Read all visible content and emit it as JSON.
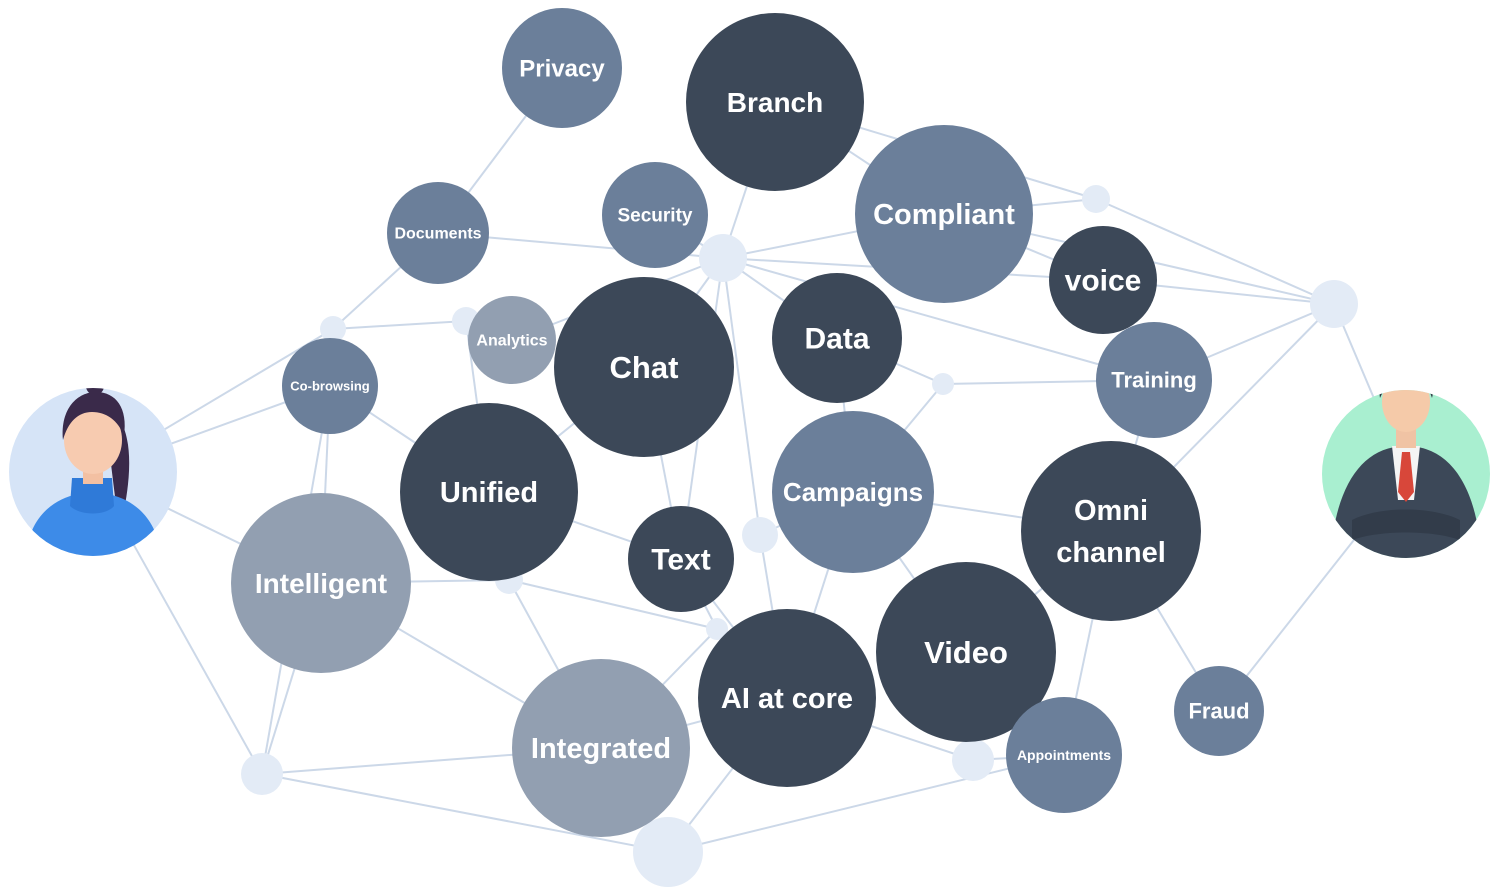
{
  "colors": {
    "dark": "#3c4858",
    "medium": "#6b7f9a",
    "light": "#929fb1",
    "connector": "#e3ebf6",
    "edge": "#ccd8e8",
    "woman_bg": "#d6e4f7",
    "man_bg": "#a9efd0"
  },
  "bubbles": [
    {
      "id": "privacy",
      "label": "Privacy",
      "tone": "medium"
    },
    {
      "id": "branch",
      "label": "Branch",
      "tone": "dark"
    },
    {
      "id": "documents",
      "label": "Documents",
      "tone": "medium"
    },
    {
      "id": "security",
      "label": "Security",
      "tone": "medium"
    },
    {
      "id": "compliant",
      "label": "Compliant",
      "tone": "medium"
    },
    {
      "id": "voice",
      "label": "voice",
      "tone": "dark"
    },
    {
      "id": "analytics",
      "label": "Analytics",
      "tone": "light"
    },
    {
      "id": "chat",
      "label": "Chat",
      "tone": "dark"
    },
    {
      "id": "data",
      "label": "Data",
      "tone": "dark"
    },
    {
      "id": "co-browsing",
      "label": "Co-browsing",
      "tone": "medium"
    },
    {
      "id": "training",
      "label": "Training",
      "tone": "medium"
    },
    {
      "id": "unified",
      "label": "Unified",
      "tone": "dark"
    },
    {
      "id": "campaigns",
      "label": "Campaigns",
      "tone": "medium"
    },
    {
      "id": "omni-channel",
      "label": "Omni\nchannel",
      "tone": "dark"
    },
    {
      "id": "intelligent",
      "label": "Intelligent",
      "tone": "light"
    },
    {
      "id": "text",
      "label": "Text",
      "tone": "dark"
    },
    {
      "id": "video",
      "label": "Video",
      "tone": "dark"
    },
    {
      "id": "ai-at-core",
      "label": "AI at core",
      "tone": "dark"
    },
    {
      "id": "integrated",
      "label": "Integrated",
      "tone": "light"
    },
    {
      "id": "fraud",
      "label": "Fraud",
      "tone": "medium"
    },
    {
      "id": "appointments",
      "label": "Appointments",
      "tone": "medium"
    }
  ],
  "people": [
    {
      "id": "customer",
      "icon": "woman-avatar-icon"
    },
    {
      "id": "agent",
      "icon": "businessman-avatar-icon"
    }
  ]
}
